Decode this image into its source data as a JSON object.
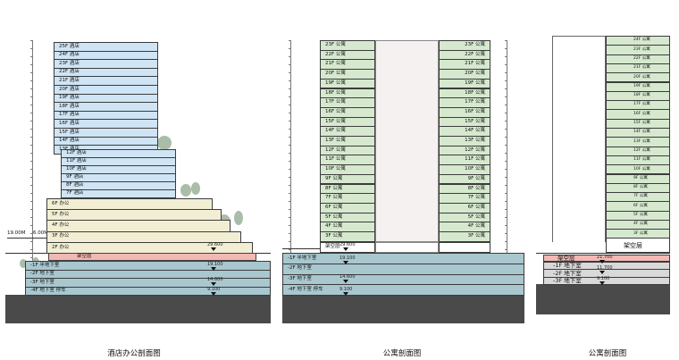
{
  "colors": {
    "hotel": "#cfe4f4",
    "office": "#f2eed4",
    "apartment": "#d6e9cf",
    "void": "#f2b8b4",
    "basement": "#a9c7cf",
    "ground": "#4a4a4a"
  },
  "captions": {
    "hotel_office": "酒店办公剖面图",
    "apartment": "公寓剖面图",
    "apartment2": "公寓剖面图"
  },
  "left": {
    "hotel_upper": [
      "25F 酒店",
      "24F 酒店",
      "23F 酒店",
      "22F 酒店",
      "21F 酒店",
      "20F 酒店",
      "19F 酒店",
      "18F 酒店",
      "17F 酒店",
      "16F 酒店",
      "15F 酒店",
      "14F 酒店",
      "13F 酒店"
    ],
    "hotel_lower": [
      "12F 酒店",
      "11F 酒店",
      "10F 酒店",
      "9F 酒店",
      "8F 酒店",
      "7F 酒店"
    ],
    "office": [
      "6F 办公",
      "5F 办公",
      "4F 办公",
      "3F 办公",
      "2F 办公"
    ],
    "void": "架空层",
    "basement": [
      "-1F 半地下室",
      "-2F 地下室",
      "-3F 地下室",
      "-4F 地下室  停车"
    ],
    "elev": [
      "29.600",
      "19.100",
      "14.600",
      "9.100"
    ],
    "dim_left": "19.00M",
    "dim_small": "6.00M"
  },
  "middle": {
    "floors": [
      "23F 公寓",
      "22F 公寓",
      "21F 公寓",
      "20F 公寓",
      "19F 公寓",
      "18F 公寓",
      "17F 公寓",
      "16F 公寓",
      "15F 公寓",
      "14F 公寓",
      "13F 公寓",
      "12F 公寓",
      "11F 公寓",
      "10F 公寓",
      "9F 公寓",
      "8F 公寓",
      "7F 公寓",
      "6F 公寓",
      "5F 公寓",
      "4F 公寓",
      "3F 公寓"
    ],
    "void": "架空层",
    "basement": [
      "-1F 半地下室",
      "-2F 地下室",
      "-3F 地下室",
      "-4F 地下室  停车"
    ],
    "elev": [
      "29.600",
      "19.100",
      "14.600",
      "9.100"
    ]
  },
  "right": {
    "floors": [
      "24F 公寓",
      "23F 公寓",
      "22F 公寓",
      "21F 公寓",
      "20F 公寓",
      "19F 公寓",
      "18F 公寓",
      "17F 公寓",
      "16F 公寓",
      "15F 公寓",
      "14F 公寓",
      "13F 公寓",
      "12F 公寓",
      "11F 公寓",
      "10F 公寓",
      "9F 公寓",
      "8F 公寓",
      "7F 公寓",
      "6F 公寓",
      "5F 公寓",
      "4F 公寓",
      "3F 公寓"
    ],
    "void_label": "架空层",
    "void2": "架空层",
    "basement": [
      "-1F 地下室",
      "-2F 地下室",
      "-3F 地下室"
    ],
    "elev": [
      "21.700",
      "11.700",
      "9.100"
    ]
  }
}
